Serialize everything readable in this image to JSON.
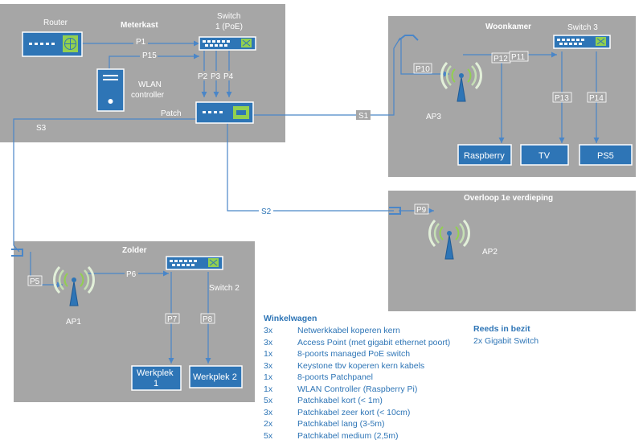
{
  "rooms": {
    "meterkast": "Meterkast",
    "woonkamer": "Woonkamer",
    "overloop": "Overloop 1e verdieping",
    "zolder": "Zolder"
  },
  "devices": {
    "router": "Router",
    "switch1_line1": "Switch",
    "switch1_line2": "1 (PoE)",
    "wlan_line1": "WLAN",
    "wlan_line2": "controller",
    "patch": "Patch",
    "switch2": "Switch 2",
    "switch3": "Switch 3",
    "ap1": "AP1",
    "ap2": "AP2",
    "ap3": "AP3",
    "raspberry": "Raspberry",
    "tv": "TV",
    "ps5": "PS5",
    "werkplek1_line1": "Werkplek",
    "werkplek1_line2": "1",
    "werkplek2": "Werkplek 2"
  },
  "cables": {
    "p1": "P1",
    "p2": "P2",
    "p3": "P3",
    "p4": "P4",
    "p5": "P5",
    "p6": "P6",
    "p7": "P7",
    "p8": "P8",
    "p9": "P9",
    "p10": "P10",
    "p11": "P11",
    "p12": "P12",
    "p13": "P13",
    "p14": "P14",
    "p15": "P15",
    "s1": "S1",
    "s2": "S2",
    "s3": "S3"
  },
  "cart": {
    "title": "Winkelwagen",
    "items": [
      {
        "qty": "3x",
        "desc": "Netwerkkabel koperen kern"
      },
      {
        "qty": "3x",
        "desc": "Access Point (met gigabit ethernet poort)"
      },
      {
        "qty": "1x",
        "desc": "8-poorts managed PoE switch"
      },
      {
        "qty": "3x",
        "desc": "Keystone tbv koperen kern kabels"
      },
      {
        "qty": "1x",
        "desc": "8-poorts Patchpanel"
      },
      {
        "qty": "1x",
        "desc": "WLAN Controller (Raspberry Pi)"
      },
      {
        "qty": "5x",
        "desc": "Patchkabel kort (< 1m)"
      },
      {
        "qty": "3x",
        "desc": "Patchkabel zeer kort (< 10cm)"
      },
      {
        "qty": "2x",
        "desc": "Patchkabel lang (3-5m)"
      },
      {
        "qty": "5x",
        "desc": "Patchkabel medium (2,5m)"
      }
    ]
  },
  "owned": {
    "title": "Reeds in bezit",
    "items": [
      "2x Gigabit Switch"
    ]
  },
  "colors": {
    "room": "#a6a6a6",
    "device": "#2e75b6",
    "wire": "#4a86c8",
    "text_blue": "#2e75b6",
    "port_green": "#92d050"
  }
}
